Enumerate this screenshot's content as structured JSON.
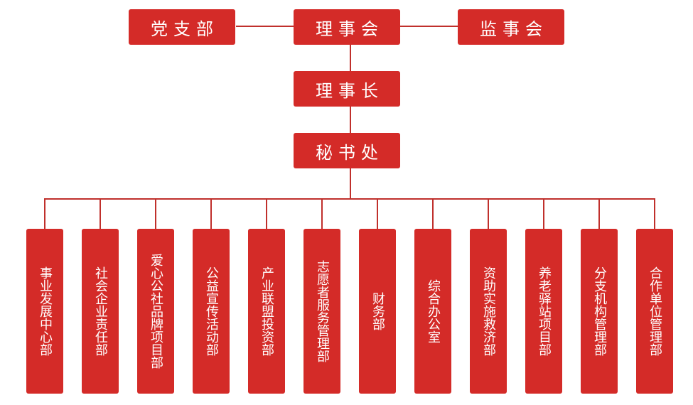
{
  "top_row": {
    "left": "党支部",
    "center": "理事会",
    "right": "监事会"
  },
  "chairman": "理事长",
  "secretariat": "秘书处",
  "departments": [
    "事业发展中心部",
    "社会企业责任部",
    "爱心公社品牌项目部",
    "公益宣传活动部",
    "产业联盟投资部",
    "志愿者服务管理部",
    "财务部",
    "综合办公室",
    "资助实施救济部",
    "养老驿站项目部",
    "分支机构管理部",
    "合作单位管理部"
  ],
  "colors": {
    "box": "#d42b28",
    "line": "#c0302c",
    "text": "#ffffff"
  }
}
